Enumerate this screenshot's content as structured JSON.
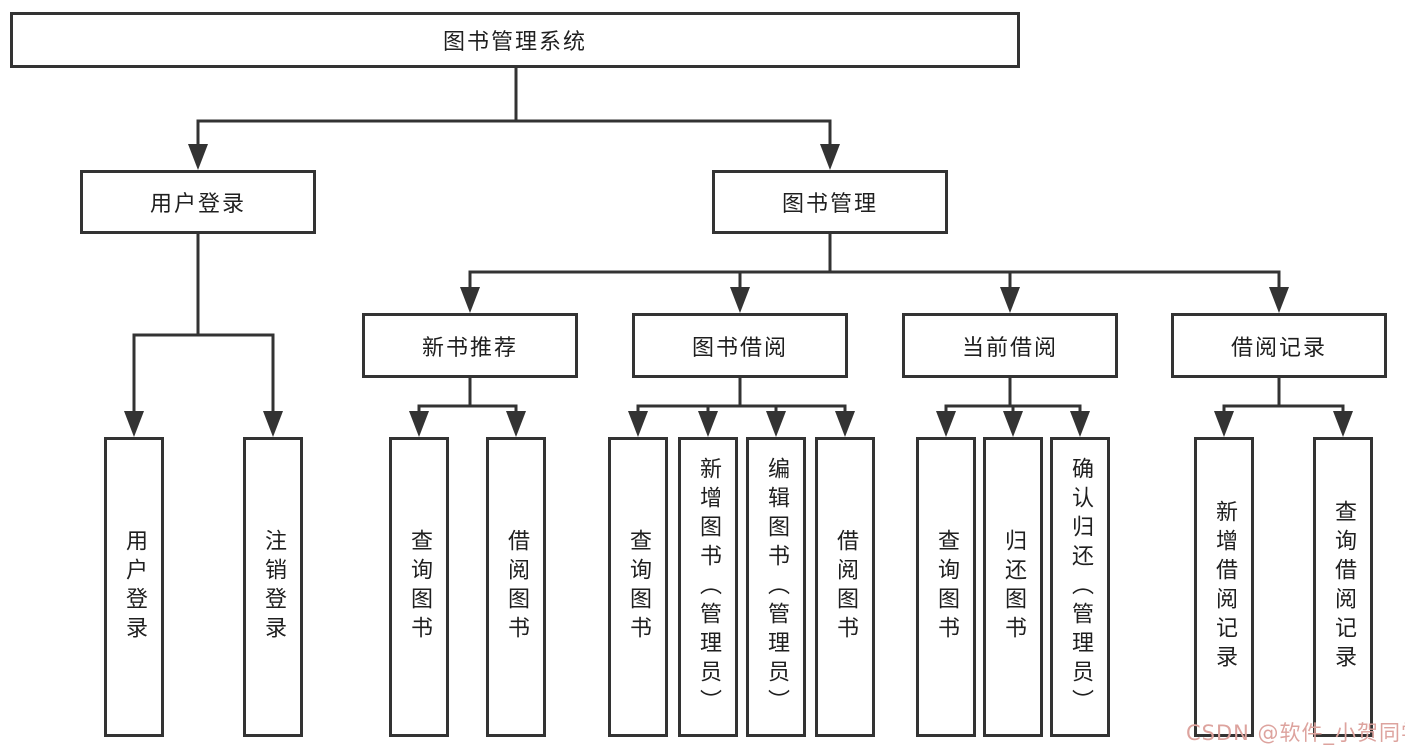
{
  "diagram": {
    "title": "图书管理系统",
    "level2": [
      {
        "label": "用户登录"
      },
      {
        "label": "图书管理"
      }
    ],
    "level3": [
      {
        "label": "新书推荐"
      },
      {
        "label": "图书借阅"
      },
      {
        "label": "当前借阅"
      },
      {
        "label": "借阅记录"
      }
    ],
    "leaves": {
      "user_login": [
        "用户登录",
        "注销登录"
      ],
      "new_book": [
        "查询图书",
        "借阅图书"
      ],
      "book_borrow": [
        "查询图书",
        "新增图书（管理员）",
        "编辑图书（管理员）",
        "借阅图书"
      ],
      "current_borrow": [
        "查询图书",
        "归还图书",
        "确认归还（管理员）"
      ],
      "records": [
        "新增借阅记录",
        "查询借阅记录"
      ]
    }
  },
  "watermark": {
    "text": "CSDN @软件_小贺同学",
    "color": "#dda39e"
  },
  "colors": {
    "line": "#333333",
    "text": "#1f1f1f",
    "background": "#ffffff"
  }
}
